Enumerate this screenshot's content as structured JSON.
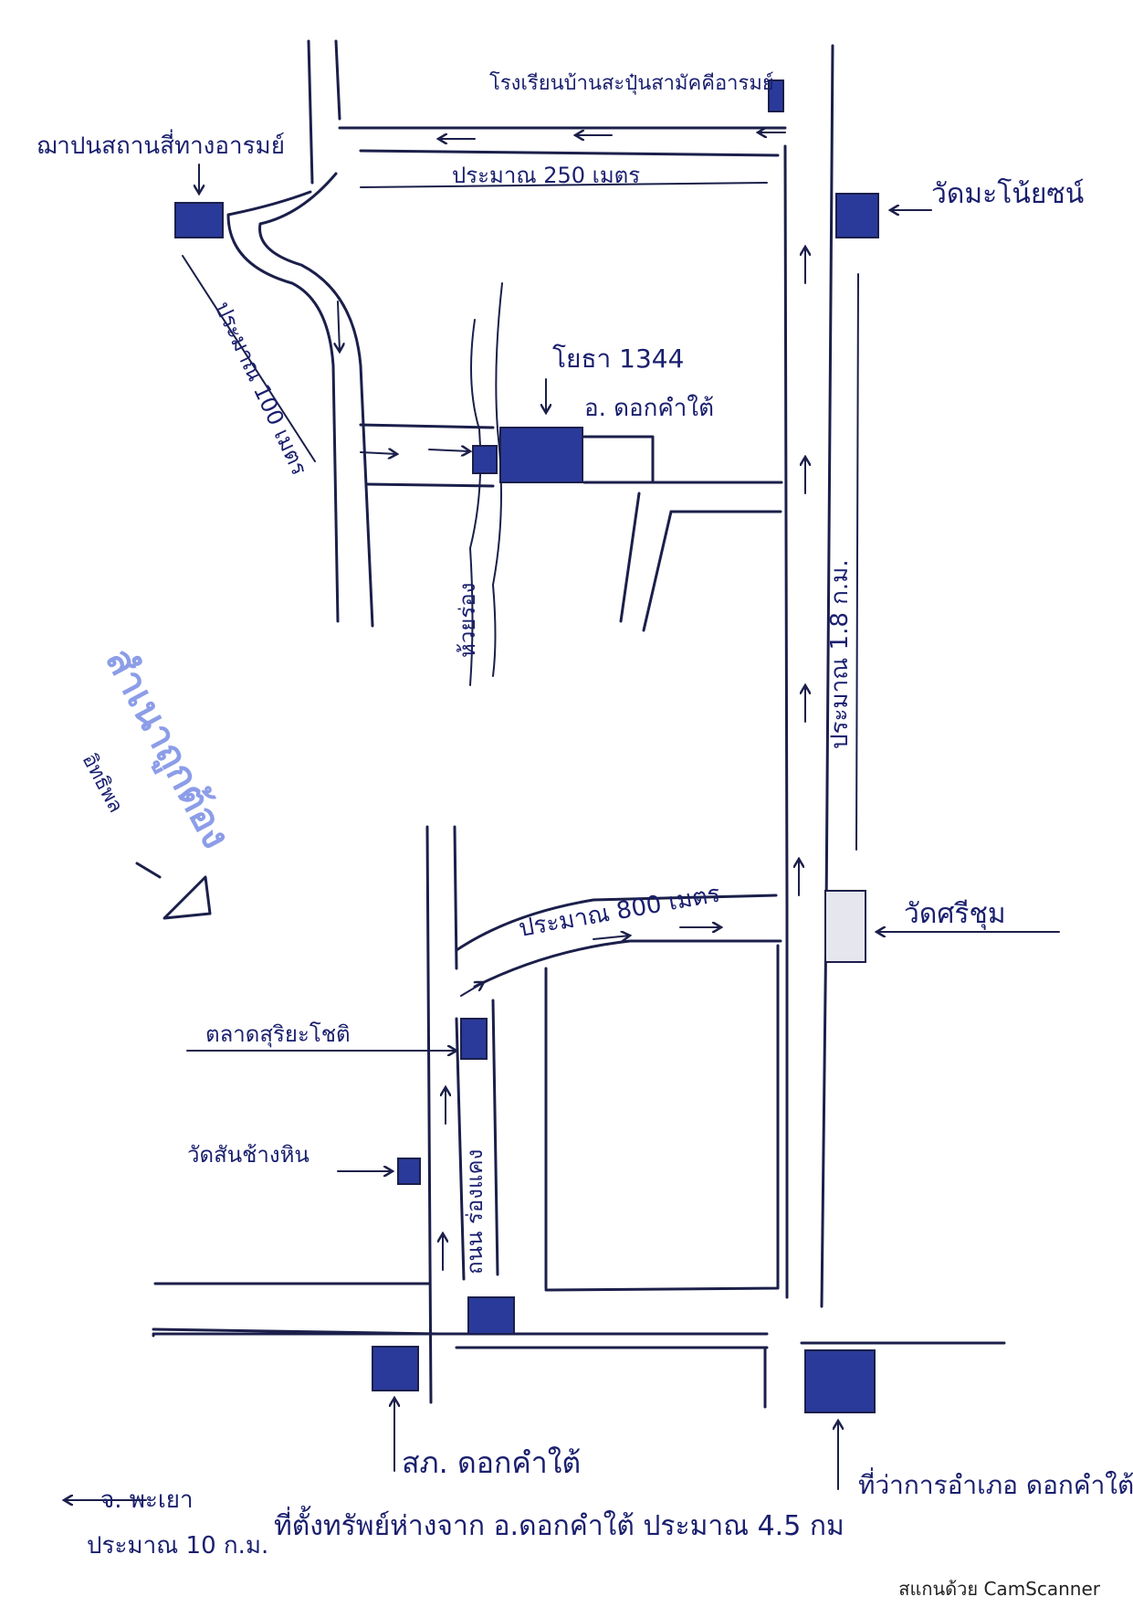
{
  "labels": {
    "school_top_right": "โรงเรียนบ้านสะปุ๋นสามัคคีอารมย์",
    "school_top_left": "ฌาปนสถานสี่ทางอารมย์",
    "dist_250": "ประมาณ 250 เมตร",
    "dist_100": "ประมาณ 100 เมตร",
    "temple_north": "วัดมะโน้ยซน์",
    "road_1034": "โยธา 1344",
    "district_dokkhamtai": "อ. ดอกคำใต้",
    "river": "ห้วยร่อง",
    "dist_18km": "ประมาณ 1.8 ก.ม.",
    "dist_800": "ประมาณ 800 เมตร",
    "temple_east": "วัดศรีชุม",
    "market": "ตลาดสุริยะโชติ",
    "temple_west": "วัดสันช้างหิน",
    "road_bypass": "ถนน ร่องแคง",
    "to_phayao": "จ. พะเยา",
    "dist_10km": "ประมาณ 10 ก.ม.",
    "police": "สภ. ดอกคำใต้",
    "district_office": "ที่ว่าการอำเภอ ดอกคำใต้",
    "location_note": "ที่ตั้งทรัพย์ห่างจาก อ.ดอกคำใต้ ประมาณ 4.5 กม",
    "stamp_main": "สำเนาถูกต้อง",
    "stamp_sign": "อิทธิพล",
    "footer": "สแกนด้วย CamScanner"
  },
  "colors": {
    "ink": "#1b1f4a",
    "building": "#2a3a9a",
    "stamp": "#8c9de8"
  }
}
